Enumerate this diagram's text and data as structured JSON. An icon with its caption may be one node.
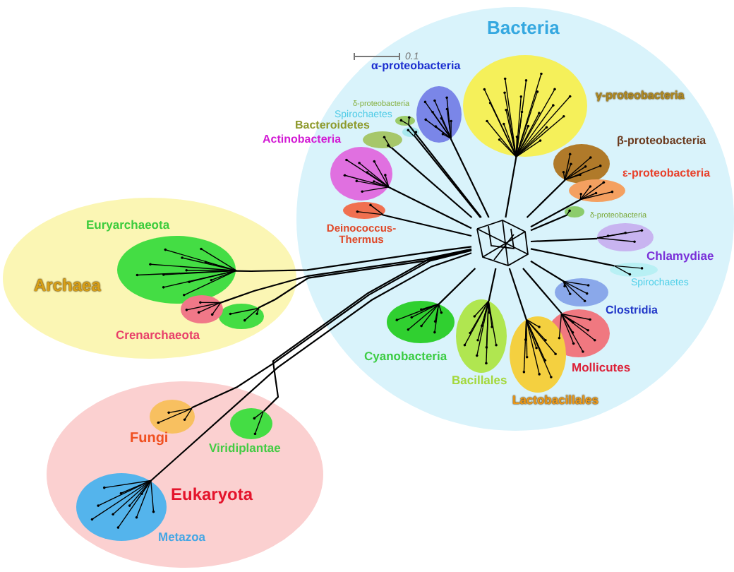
{
  "diagram": {
    "nodes": [
      {
        "text": [
          "Bacteria"
        ]
      },
      {
        "text": [
          "α-proteobacteria"
        ],
        "in": 0
      },
      {
        "text": [
          "γ-proteobacteria"
        ],
        "in": 0
      },
      {
        "text": [
          "δ-proteobacteria"
        ],
        "in": 0
      },
      {
        "text": [
          "Spirochaetes"
        ],
        "in": 0
      },
      {
        "text": [
          "Bacteroidetes"
        ],
        "in": 0
      },
      {
        "text": [
          "Actinobacteria"
        ],
        "in": 0
      },
      {
        "text": [
          "β-proteobacteria"
        ],
        "in": 0
      },
      {
        "text": [
          "ε-proteobacteria"
        ],
        "in": 0
      },
      {
        "text": [
          "Deinococcus-Thermus"
        ],
        "in": 0
      },
      {
        "text": [
          "δ-proteobacteria"
        ],
        "in": 0
      },
      {
        "text": [
          "Chlamydiae"
        ],
        "in": 0
      },
      {
        "text": [
          "Spirochaetes"
        ],
        "in": 0
      },
      {
        "text": [
          "Clostridia"
        ],
        "in": 0
      },
      {
        "text": [
          "Cyanobacteria"
        ],
        "in": 0
      },
      {
        "text": [
          "Bacillales"
        ],
        "in": 0
      },
      {
        "text": [
          "Mollicutes"
        ],
        "in": 0
      },
      {
        "text": [
          "Lactobacillales"
        ],
        "in": 0
      },
      {
        "text": [
          "Archaea"
        ]
      },
      {
        "text": [
          "Euryarchaeota"
        ],
        "in": 18
      },
      {
        "text": [],
        "shape": "ellipse",
        "in": 18
      },
      {
        "text": [
          "Crenarchaeota"
        ],
        "in": 18
      },
      {
        "text": [
          "Eukaryota"
        ]
      },
      {
        "text": [
          "Fungi"
        ],
        "in": 22
      },
      {
        "text": [
          "Viridiplantae"
        ],
        "in": 22
      },
      {
        "text": [
          "Metazoa"
        ],
        "in": 22
      },
      {
        "text": [],
        "shape": "network",
        "in": 0
      }
    ],
    "edges": [
      {
        "from": 26,
        "to": 1,
        "arrow": "none"
      },
      {
        "from": 26,
        "to": 2,
        "arrow": "none"
      },
      {
        "from": 26,
        "to": 3,
        "arrow": "none"
      },
      {
        "from": 26,
        "to": 4,
        "arrow": "none"
      },
      {
        "from": 26,
        "to": 5,
        "arrow": "none"
      },
      {
        "from": 26,
        "to": 6,
        "arrow": "none"
      },
      {
        "from": 26,
        "to": 7,
        "arrow": "none"
      },
      {
        "from": 26,
        "to": 8,
        "arrow": "none"
      },
      {
        "from": 26,
        "to": 9,
        "arrow": "none"
      },
      {
        "from": 26,
        "to": 10,
        "arrow": "none"
      },
      {
        "from": 26,
        "to": 11,
        "arrow": "none"
      },
      {
        "from": 26,
        "to": 12,
        "arrow": "none"
      },
      {
        "from": 26,
        "to": 13,
        "arrow": "none"
      },
      {
        "from": 26,
        "to": 14,
        "arrow": "none"
      },
      {
        "from": 26,
        "to": 15,
        "arrow": "none"
      },
      {
        "from": 26,
        "to": 16,
        "arrow": "none"
      },
      {
        "from": 26,
        "to": 17,
        "arrow": "none"
      },
      {
        "from": 26,
        "to": 19,
        "arrow": "none"
      },
      {
        "from": 26,
        "to": 20,
        "arrow": "none"
      },
      {
        "from": 26,
        "to": 21,
        "arrow": "none"
      },
      {
        "from": 26,
        "to": 23,
        "arrow": "none"
      },
      {
        "from": 26,
        "to": 24,
        "arrow": "none"
      },
      {
        "from": 26,
        "to": 25,
        "arrow": "none"
      }
    ],
    "labels": [
      "0.1"
    ]
  }
}
